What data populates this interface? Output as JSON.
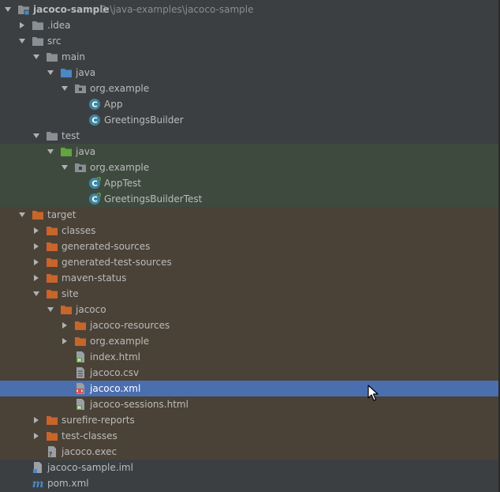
{
  "project": {
    "name": "jacoco-sample",
    "path": "D:\\java-examples\\jacoco-sample"
  },
  "colors": {
    "background": "#3c3f41",
    "test_bg": "#3f4a3f",
    "target_bg": "#4a4237",
    "selection": "#4b6eaf",
    "folder_gray": "#8a8f94",
    "folder_orange": "#c8652a",
    "src_blue": "#4a88c7",
    "test_green": "#62a43e",
    "class_teal": "#3e86a0"
  },
  "tree": [
    {
      "label": "jacoco-sample",
      "icon": "module-folder-icon",
      "arrow": "expanded"
    },
    {
      "label": ".idea",
      "icon": "folder-icon",
      "arrow": "collapsed"
    },
    {
      "label": "src",
      "icon": "folder-icon",
      "arrow": "expanded"
    },
    {
      "label": "main",
      "icon": "folder-icon",
      "arrow": "expanded"
    },
    {
      "label": "java",
      "icon": "source-folder-icon",
      "arrow": "expanded"
    },
    {
      "label": "org.example",
      "icon": "package-icon",
      "arrow": "expanded"
    },
    {
      "label": "App",
      "icon": "java-class-icon"
    },
    {
      "label": "GreetingsBuilder",
      "icon": "java-class-icon"
    },
    {
      "label": "test",
      "icon": "folder-icon",
      "arrow": "expanded"
    },
    {
      "label": "java",
      "icon": "test-source-folder-icon",
      "arrow": "expanded"
    },
    {
      "label": "org.example",
      "icon": "package-icon",
      "arrow": "expanded"
    },
    {
      "label": "AppTest",
      "icon": "test-class-icon"
    },
    {
      "label": "GreetingsBuilderTest",
      "icon": "test-class-icon"
    },
    {
      "label": "target",
      "icon": "excluded-folder-icon",
      "arrow": "expanded"
    },
    {
      "label": "classes",
      "icon": "excluded-folder-icon",
      "arrow": "collapsed"
    },
    {
      "label": "generated-sources",
      "icon": "excluded-folder-icon",
      "arrow": "collapsed"
    },
    {
      "label": "generated-test-sources",
      "icon": "excluded-folder-icon",
      "arrow": "collapsed"
    },
    {
      "label": "maven-status",
      "icon": "excluded-folder-icon",
      "arrow": "collapsed"
    },
    {
      "label": "site",
      "icon": "excluded-folder-icon",
      "arrow": "expanded"
    },
    {
      "label": "jacoco",
      "icon": "excluded-folder-icon",
      "arrow": "expanded"
    },
    {
      "label": "jacoco-resources",
      "icon": "excluded-folder-icon",
      "arrow": "collapsed"
    },
    {
      "label": "org.example",
      "icon": "excluded-folder-icon",
      "arrow": "collapsed"
    },
    {
      "label": "index.html",
      "icon": "html-file-icon"
    },
    {
      "label": "jacoco.csv",
      "icon": "text-file-icon"
    },
    {
      "label": "jacoco.xml",
      "icon": "xml-file-icon",
      "selected": true
    },
    {
      "label": "jacoco-sessions.html",
      "icon": "html-file-icon"
    },
    {
      "label": "surefire-reports",
      "icon": "excluded-folder-icon",
      "arrow": "collapsed"
    },
    {
      "label": "test-classes",
      "icon": "excluded-folder-icon",
      "arrow": "collapsed"
    },
    {
      "label": "jacoco.exec",
      "icon": "unknown-file-icon"
    },
    {
      "label": "jacoco-sample.iml",
      "icon": "iml-file-icon"
    },
    {
      "label": "pom.xml",
      "icon": "maven-pom-icon"
    }
  ]
}
